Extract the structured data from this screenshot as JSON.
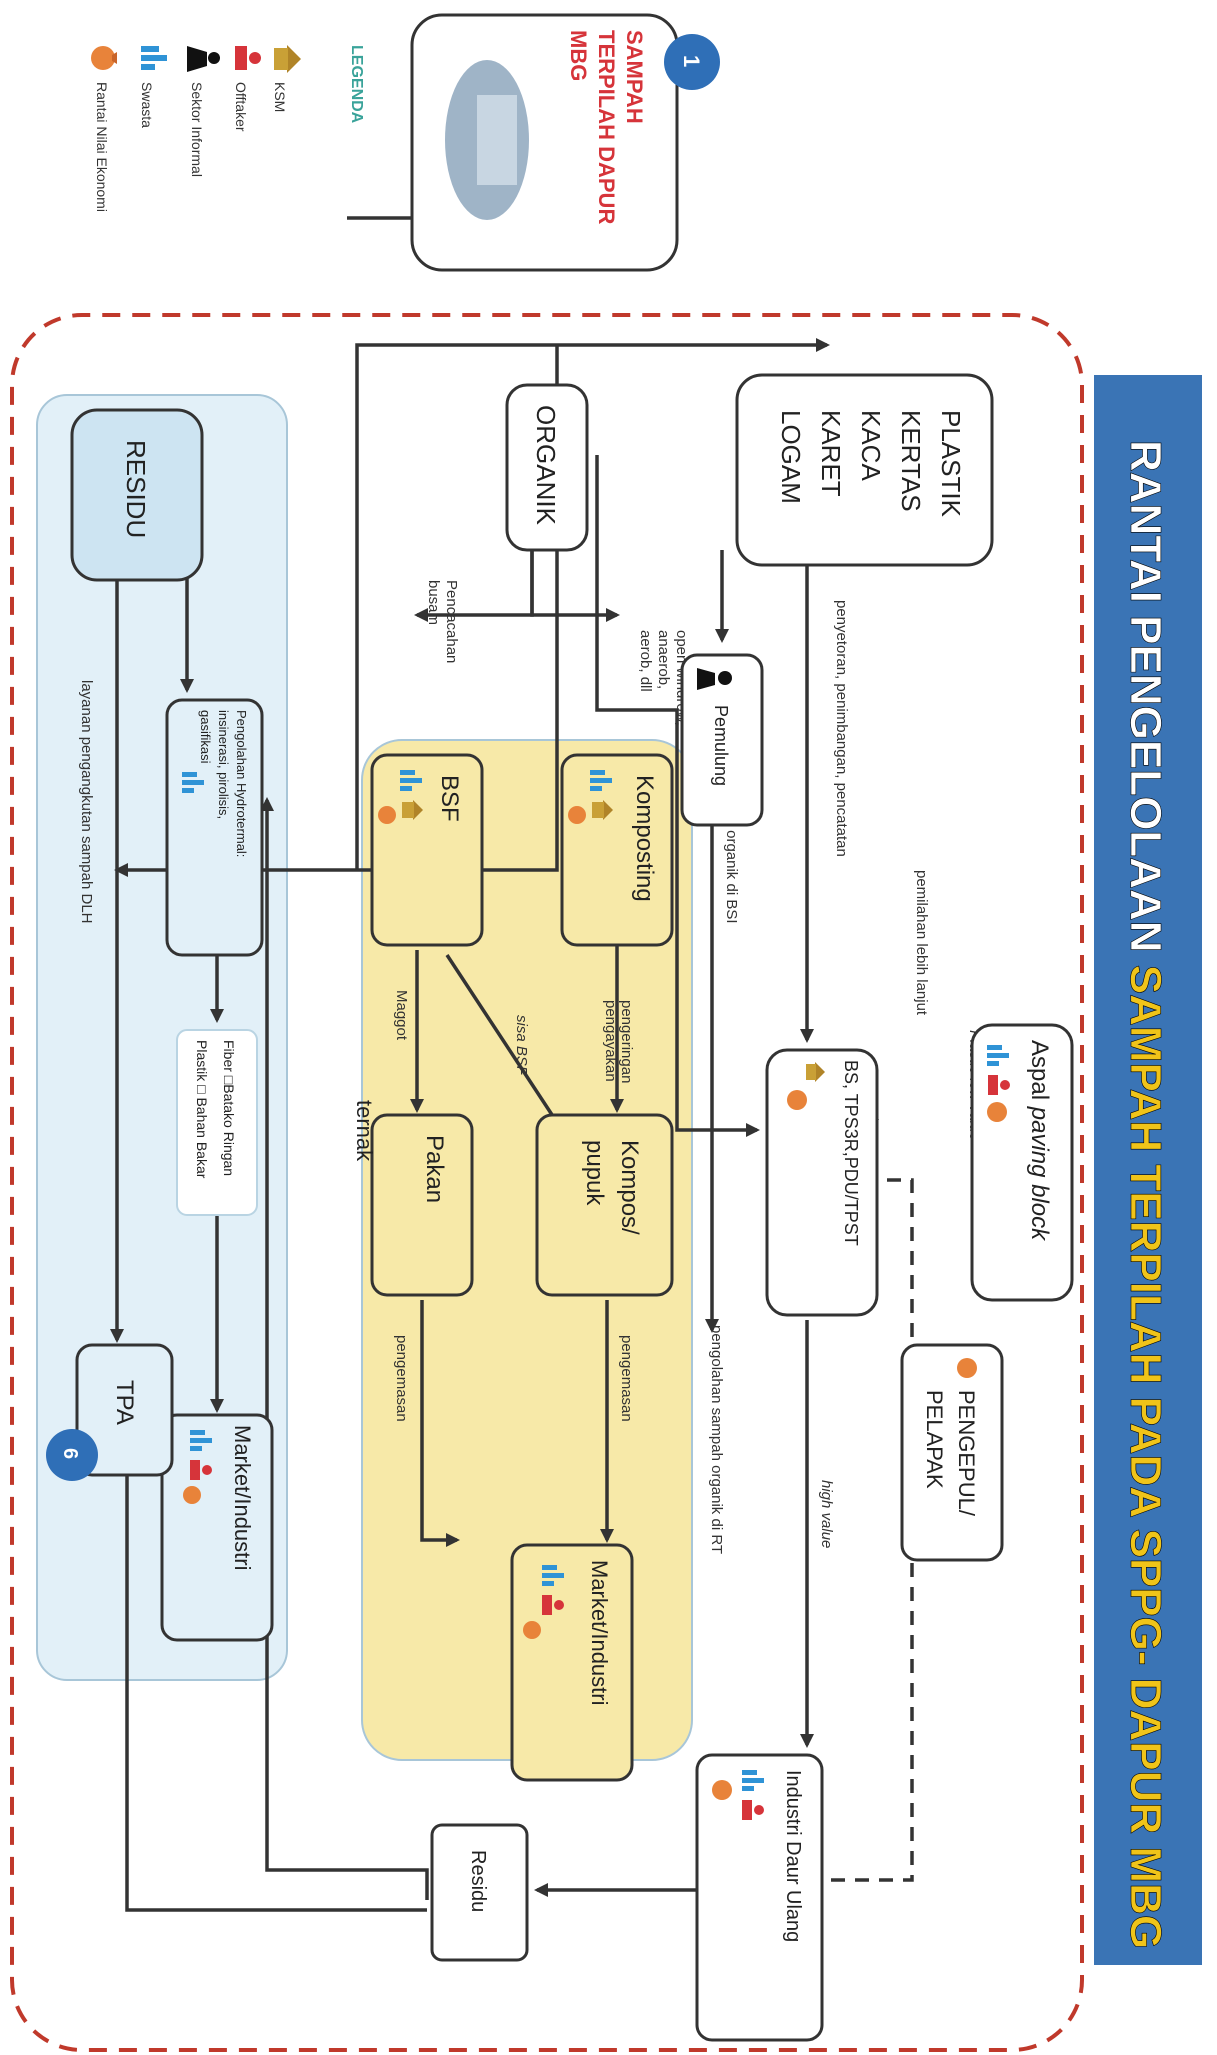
{
  "title": {
    "part1": "RANTAI PENGELOLAAN",
    "part2": "SAMPAH TERPILAH PADA SPPG- DAPUR MBG"
  },
  "legend": {
    "heading": "LEGENDA",
    "items": [
      {
        "label": "KSM",
        "icon": "ksm-icon"
      },
      {
        "label": "Offtaker",
        "icon": "offtaker-icon"
      },
      {
        "label": "Sektor Informal",
        "icon": "informal-sector-icon"
      },
      {
        "label": "Swasta",
        "icon": "private-sector-icon"
      },
      {
        "label": "Rantai Nilai Ekonomi",
        "icon": "money-bag-icon"
      }
    ]
  },
  "source": {
    "lines": [
      "SAMPAH",
      "TERPILAH DAPUR",
      "MBG"
    ],
    "badge": "1"
  },
  "nodes": {
    "plastik": [
      "PLASTIK",
      "KERTAS",
      "KACA",
      "KARET",
      "LOGAM"
    ],
    "organik": "ORGANIK",
    "residu": "RESIDU",
    "pemulung": "Pemulung",
    "aspal": [
      "Aspal",
      "paving block"
    ],
    "bs": [
      "BS, TPS3R,PDU/TPST"
    ],
    "pengepul": [
      "PENGEPUL/",
      "PELAPAK"
    ],
    "industri_daur": "Industri Daur Ulang",
    "residu2": "Residu",
    "komposting": "Komposting",
    "bsf": "BSF",
    "kompos": [
      "Kompos/",
      "pupuk"
    ],
    "pakan": "Pakan",
    "pakan_sub": "ternak",
    "market1": "Market/Industri",
    "hydro": [
      "Pengolahan Hydrotermal:",
      "insinerasi, pirolisis,",
      "gasifikasi"
    ],
    "fiber": [
      "Fiber  □Batako Ringan",
      "Plastik □ Bahan Bakar"
    ],
    "market2": "Market/Industri",
    "tpa": "TPA",
    "tpa_badge": "6"
  },
  "edges": {
    "low_value": "Plastic low value",
    "pemilahan": "pemilahan lebih lanjut",
    "penyetoran": "penyetoran, penimbangan, pencatatan",
    "organik_bsi": "pengolahan sampah organik di BSI",
    "organik_rt": "pengolahan sampah organik di RT",
    "high_value": "high value",
    "open_windrow": [
      "open windrow,",
      "anaerob,",
      "aerob, dll"
    ],
    "pencacahan": [
      "Pencacahan",
      "busam"
    ],
    "pengeringan": [
      "pengeringan",
      "pengayakan"
    ],
    "sisa_bsf": "sisa BSF",
    "maggot": "Maggot",
    "pengemasan1": "pengemasan",
    "pengemasan2": "pengemasan",
    "layanan": "layanan pengangkutan sampah DLH"
  }
}
